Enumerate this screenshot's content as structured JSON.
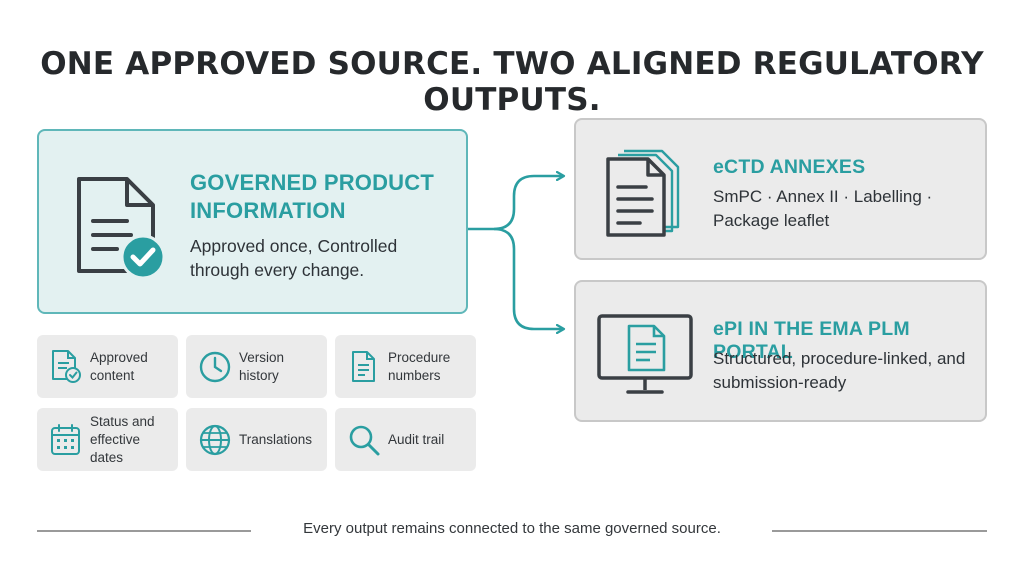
{
  "title": "ONE APPROVED SOURCE. TWO ALIGNED REGULATORY OUTPUTS.",
  "source": {
    "title": "GOVERNED PRODUCT INFORMATION",
    "description": "Approved once, Controlled through every change.",
    "icon": "document-check-icon"
  },
  "features": [
    {
      "label": "Approved content",
      "icon": "document-check-icon"
    },
    {
      "label": "Version history",
      "icon": "clock-icon"
    },
    {
      "label": "Procedure numbers",
      "icon": "document-list-icon"
    },
    {
      "label": "Status and effective dates",
      "icon": "calendar-icon"
    },
    {
      "label": "Translations",
      "icon": "globe-icon"
    },
    {
      "label": "Audit trail",
      "icon": "magnifier-icon"
    }
  ],
  "outputs": [
    {
      "title": "eCTD ANNEXES",
      "description": "SmPC · Annex II · Labelling · Package leaflet",
      "icon": "stacked-documents-icon"
    },
    {
      "title": "ePI IN THE EMA PLM PORTAL",
      "description": "Structured, procedure-linked, and submission-ready",
      "icon": "monitor-document-icon"
    }
  ],
  "footer": "Every output remains connected to the same governed source.",
  "colors": {
    "accent": "#2a9ea1",
    "source_fill": "#e3f1f1",
    "card_fill": "#ebebeb",
    "dark": "#2e3338"
  }
}
